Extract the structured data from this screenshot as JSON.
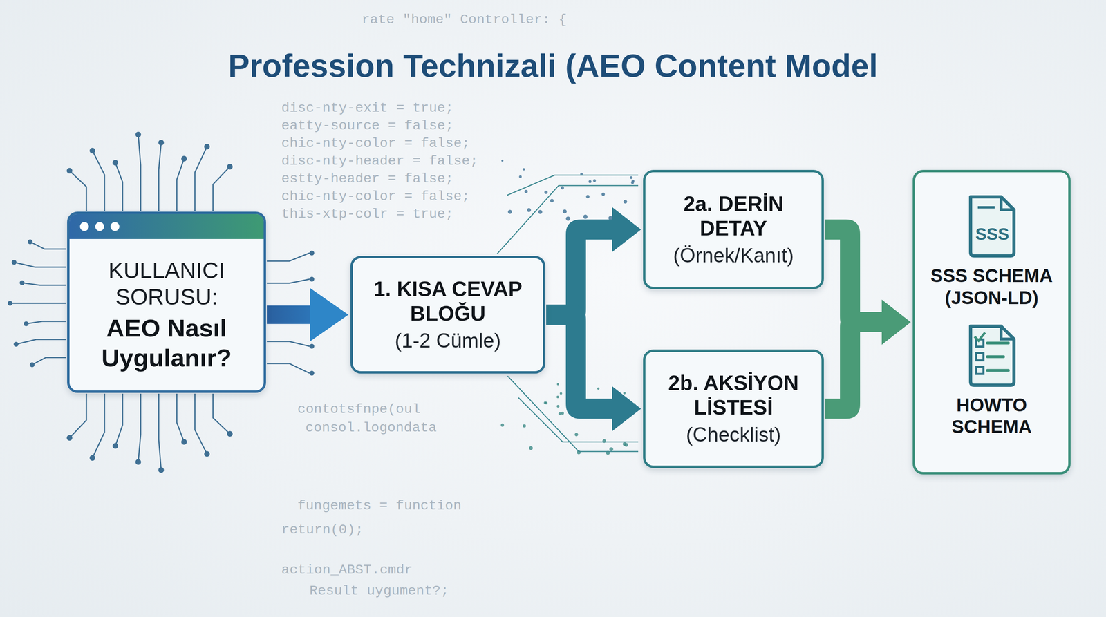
{
  "diagram": {
    "title": "Profession Technizali (AEO Content Model",
    "nodes": [
      {
        "text": [
          "KULLANICI SORUSU:",
          "AEO Nasıl Uygulanır?"
        ]
      },
      {
        "text": [
          "1. KISA CEVAP BLOĞU",
          "(1-2 Cümle)"
        ]
      },
      {
        "text": [
          "2a. DERİN DETAY",
          "(Örnek/Kanıt)"
        ]
      },
      {
        "text": [
          "2b. AKSİYON LİSTESİ",
          "(Checklist)"
        ]
      },
      {
        "text": [
          "SSS SCHEMA (JSON-LD)",
          "HOWTO SCHEMA"
        ]
      }
    ],
    "edges": [
      {
        "from": 0,
        "to": 1,
        "arrow": "to"
      },
      {
        "from": 1,
        "to": 2,
        "arrow": "to"
      },
      {
        "from": 1,
        "to": 3,
        "arrow": "to"
      },
      {
        "from": 2,
        "to": 4,
        "arrow": "to"
      },
      {
        "from": 3,
        "to": 4,
        "arrow": "to"
      }
    ],
    "labels": [
      "SSS",
      "rate \"home\" Controller: {",
      "disc-nty-exit = true;",
      "eatty-source = false;",
      "chic-nty-color = false;",
      "disc-nty-header = false;",
      "estty-header = false;",
      "chic-nty-color = false;",
      "this-xtp-colr = true;",
      "contotsfnpe(oul",
      "consol.logondata",
      "fungemets = function",
      "return(0);",
      "action_ABST.cmdr",
      "Result uygument?;"
    ]
  }
}
